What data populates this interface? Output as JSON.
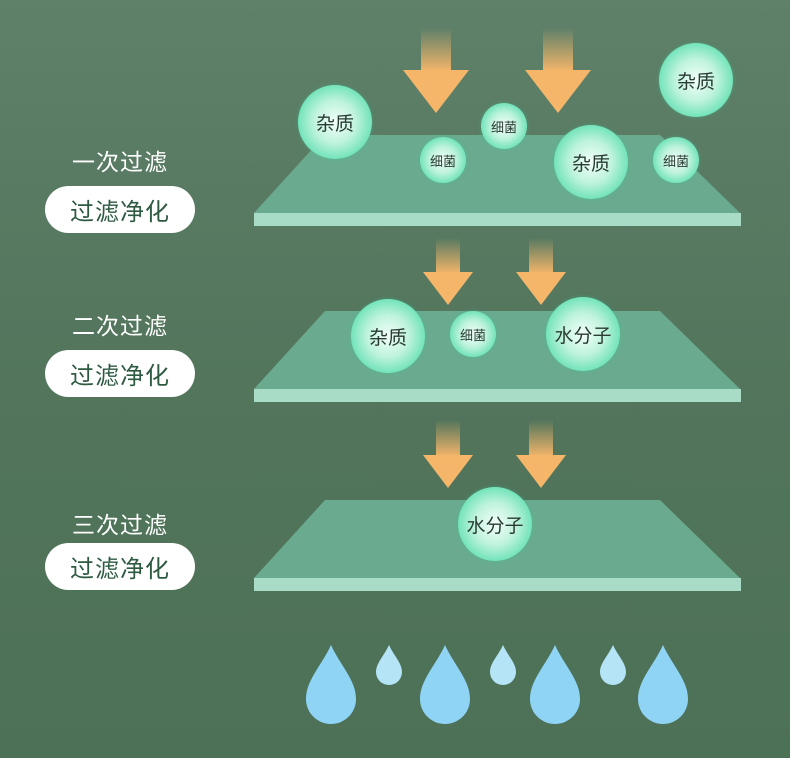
{
  "stages": [
    {
      "title": "一次过滤",
      "badge": "过滤净化"
    },
    {
      "title": "二次过滤",
      "badge": "过滤净化"
    },
    {
      "title": "三次过滤",
      "badge": "过滤净化"
    }
  ],
  "bubbles": {
    "layer1": [
      "杂质",
      "细菌",
      "细菌",
      "杂质",
      "细菌",
      "杂质"
    ],
    "layer2": [
      "杂质",
      "细菌",
      "水分子"
    ],
    "layer3": [
      "水分子"
    ]
  },
  "colors": {
    "layer": "#6aab8f",
    "slab": "#a8dcc6",
    "arrow": "#f5b66a",
    "drop": "#8fd4f5"
  }
}
